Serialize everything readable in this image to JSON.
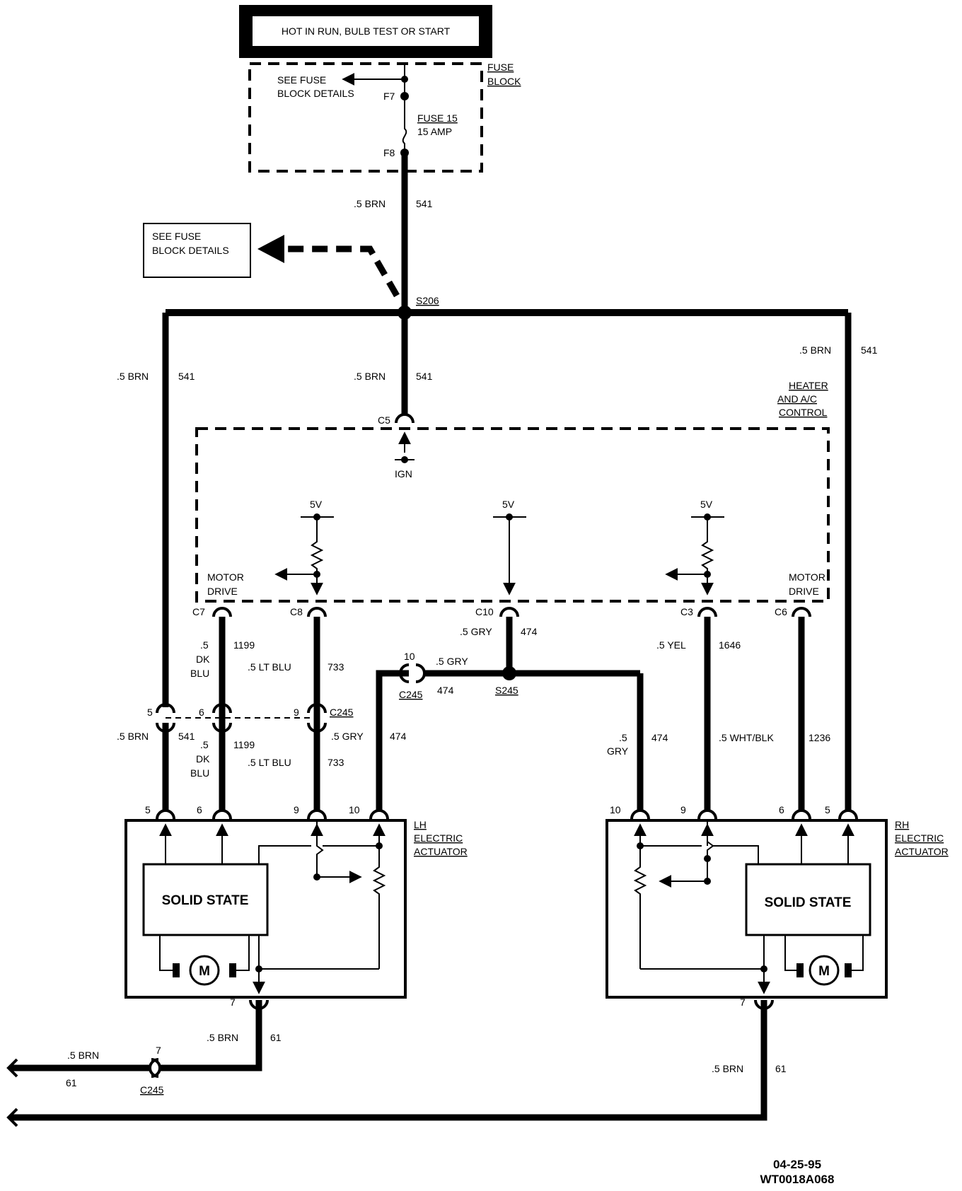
{
  "power_label": "HOT IN RUN, BULB TEST OR START",
  "fuse_block": {
    "name_line1": "FUSE",
    "name_line2": "BLOCK",
    "see_details_line1": "SEE FUSE",
    "see_details_line2": "BLOCK DETAILS",
    "top_terminal": "F7",
    "bottom_terminal": "F8",
    "fuse_name": "FUSE 15",
    "fuse_rating": "15 AMP"
  },
  "feed_wire": {
    "gauge_color": ".5 BRN",
    "circuit": "541"
  },
  "see_details_box": {
    "line1": "SEE FUSE",
    "line2": "BLOCK DETAILS"
  },
  "splices": {
    "s206": "S206",
    "s245": "S245"
  },
  "wires": {
    "left_541": {
      "gauge_color": ".5 BRN",
      "circuit": "541"
    },
    "center_541": {
      "gauge_color": ".5 BRN",
      "circuit": "541"
    },
    "right_541": {
      "gauge_color": ".5 BRN",
      "circuit": "541"
    },
    "dkblu_1199": {
      "gauge": ".5",
      "color1": "DK",
      "color2": "BLU",
      "circuit": "1199"
    },
    "ltblu_733": {
      "gauge_color": ".5 LT BLU",
      "circuit": "733"
    },
    "gry_474_upper": {
      "gauge_color": ".5 GRY",
      "circuit": "474"
    },
    "gry_474_mid": {
      "gauge_color": ".5 GRY",
      "circuit": "474"
    },
    "yel_1646": {
      "gauge_color": ".5 YEL",
      "circuit": "1646"
    },
    "left_541_lower": {
      "gauge_color": ".5 BRN",
      "circuit": "541"
    },
    "dkblu_1199_lower": {
      "gauge": ".5",
      "color1": "DK",
      "color2": "BLU",
      "circuit": "1199"
    },
    "ltblu_733_lower": {
      "gauge_color": ".5 LT BLU",
      "circuit": "733"
    },
    "gry_474_lower": {
      "gauge_color": ".5 GRY",
      "circuit": "474"
    },
    "gry_474_right": {
      "gauge": ".5",
      "color": "GRY",
      "circuit": "474"
    },
    "whtblk_1236": {
      "gauge_color": ".5 WHT/BLK",
      "circuit": "1236"
    },
    "brn_61_lh": {
      "gauge_color": ".5 BRN",
      "circuit": "61"
    },
    "brn_61_ground": {
      "gauge_color": ".5 BRN",
      "circuit": "61"
    },
    "brn_61_rh": {
      "gauge_color": ".5 BRN",
      "circuit": "61"
    }
  },
  "hvac_control": {
    "title_line1": "HEATER",
    "title_line2": "AND A/C",
    "title_line3": "CONTROL",
    "ign": "IGN",
    "five_volt": "5V",
    "motor_drive_line1": "MOTOR",
    "motor_drive_line2": "DRIVE",
    "connectors": [
      "C5",
      "C7",
      "C8",
      "C10",
      "C3",
      "C6"
    ]
  },
  "c245": {
    "name": "C245",
    "pins": [
      "5",
      "6",
      "9",
      "10",
      "7"
    ],
    "pin10_circuit": "474"
  },
  "lh_actuator": {
    "name_line1": "LH",
    "name_line2": "ELECTRIC",
    "name_line3": "ACTUATOR",
    "solid_state": "SOLID STATE",
    "motor": "M",
    "pins": [
      "5",
      "6",
      "9",
      "10"
    ],
    "ground_pin": "7"
  },
  "rh_actuator": {
    "name_line1": "RH",
    "name_line2": "ELECTRIC",
    "name_line3": "ACTUATOR",
    "solid_state": "SOLID STATE",
    "motor": "M",
    "pins": [
      "10",
      "9",
      "6",
      "5"
    ],
    "ground_pin": "7"
  },
  "footer": {
    "date": "04-25-95",
    "code": "WT0018A068"
  }
}
